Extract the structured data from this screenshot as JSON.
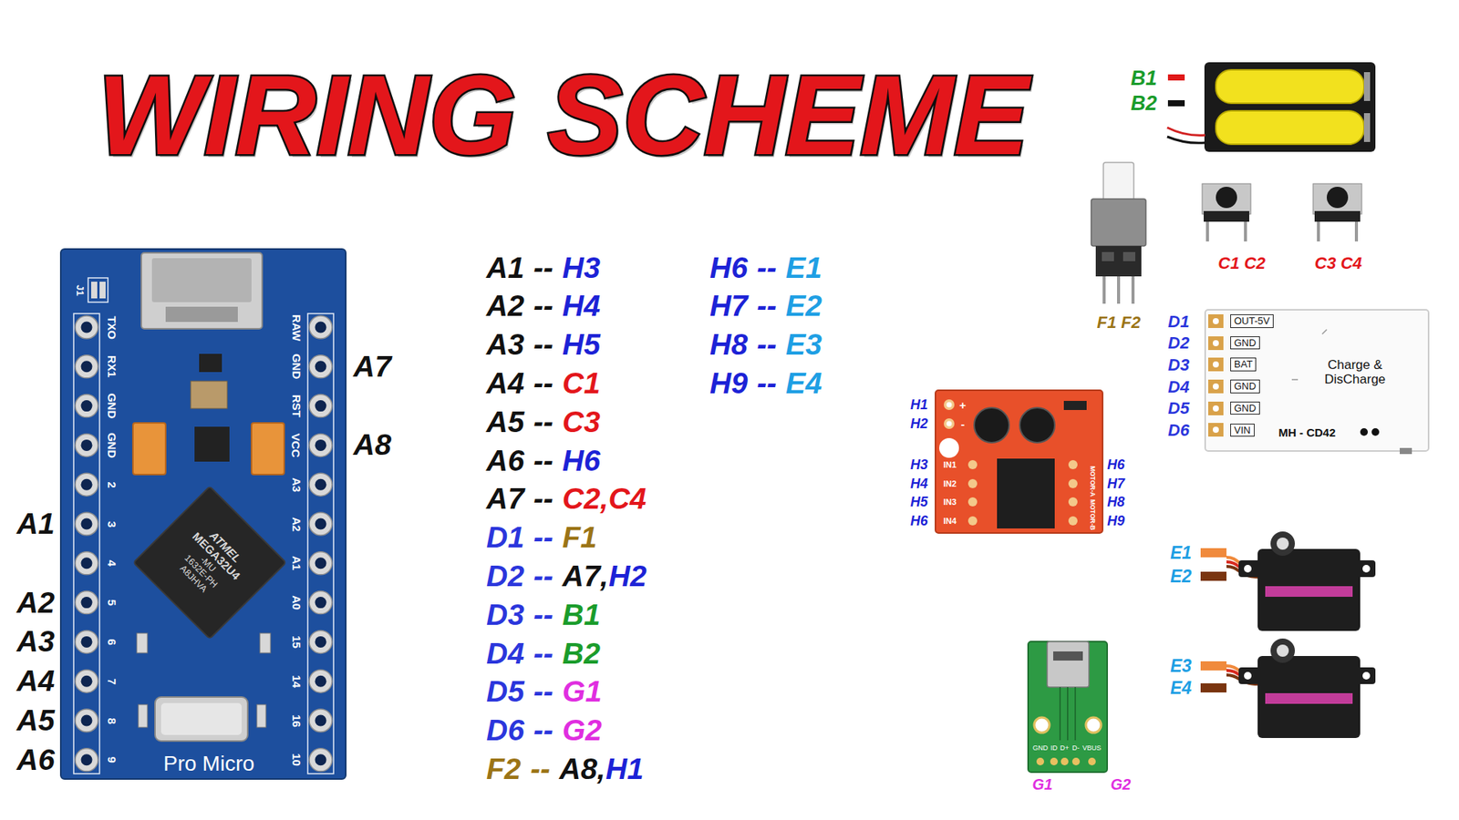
{
  "diagram": {
    "title": "WIRING SCHEME",
    "nodes": [
      {
        "text": [
          "J1",
          "TXO",
          "RX1",
          "GND",
          "GND",
          "2",
          "3",
          "4",
          "5",
          "6",
          "7",
          "8",
          "9",
          "RAW",
          "GND",
          "RST",
          "VCC",
          "A3",
          "A2",
          "A1",
          "A0",
          "15",
          "14",
          "16",
          "10",
          "Pro Micro"
        ]
      },
      {
        "text": [
          "ATMEL",
          "MEGA32U4",
          "-MU",
          "1632E-PH",
          "A8JHVA"
        ],
        "in": 0
      },
      {
        "text": [
          "OUT-5V",
          "GND",
          "BAT",
          "GND",
          "GND",
          "VIN",
          "Charge & DisCharge",
          "MH - CD42"
        ]
      },
      {
        "text": [
          "+",
          "-",
          "IN1",
          "IN2",
          "IN3",
          "IN4",
          "MOTOR-A",
          "MOTOR-B"
        ]
      },
      {
        "text": [
          "GND",
          "ID",
          "D+",
          "D-",
          "VBUS"
        ]
      }
    ],
    "labels": [
      "A7",
      "A8",
      "A1",
      "A2",
      "A3",
      "A4",
      "A5",
      "A6",
      "A1",
      "--",
      "H3",
      "A2",
      "--",
      "H4",
      "A3",
      "--",
      "H5",
      "A4",
      "--",
      "C1",
      "A5",
      "--",
      "C3",
      "A6",
      "--",
      "H6",
      "A7",
      "--",
      "C2,C4",
      "D1",
      "--",
      "F1",
      "D2",
      "--",
      "A7,",
      "H2",
      "D3",
      "--",
      "B1",
      "D4",
      "--",
      "B2",
      "D5",
      "--",
      "G1",
      "D6",
      "--",
      "G2",
      "F2",
      "--",
      "A8,",
      "H1",
      "H6",
      "--",
      "E1",
      "H7",
      "--",
      "E2",
      "H8",
      "--",
      "E3",
      "H9",
      "--",
      "E4",
      "B1",
      "B2",
      "F1 F2",
      "C1 C2",
      "C3 C4",
      "D1",
      "D2",
      "D3",
      "D4",
      "D5",
      "D6",
      "H1",
      "H2",
      "H3",
      "H4",
      "H5",
      "H6",
      "H6",
      "H7",
      "H8",
      "H9",
      "E1",
      "E2",
      "E3",
      "E4",
      "G1",
      "G2"
    ]
  }
}
